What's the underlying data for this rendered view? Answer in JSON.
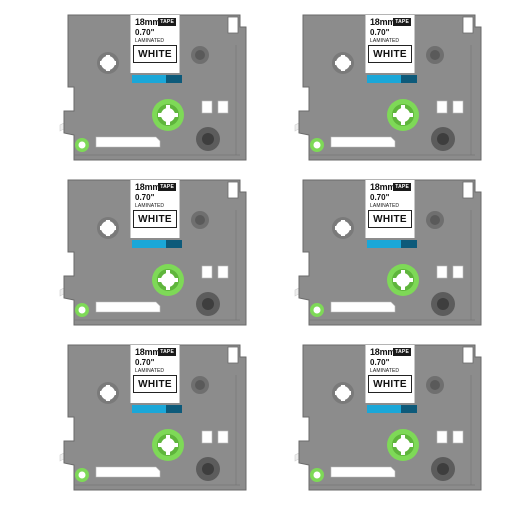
{
  "product": {
    "label_size": "18mm",
    "label_tape": "TAPE",
    "label_inch": "0.70\"",
    "label_laminated": "LAMINATED",
    "label_color": "WHITE"
  },
  "cartridges": [
    {
      "id": "cartridge-1"
    },
    {
      "id": "cartridge-2"
    },
    {
      "id": "cartridge-3"
    },
    {
      "id": "cartridge-4"
    },
    {
      "id": "cartridge-5"
    },
    {
      "id": "cartridge-6"
    }
  ],
  "colors": {
    "body": "#8a8a8a",
    "body_dark": "#6f6f6f",
    "spool_green": "#7ed957",
    "ribbon_blue": "#1aa7d8"
  }
}
